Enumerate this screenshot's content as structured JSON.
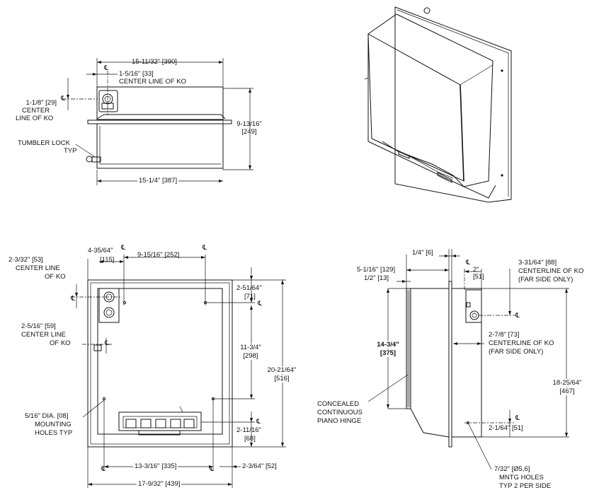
{
  "top_view": {
    "overall_width": "15-11/32\" [390]",
    "ko_offset": "1-5/16\" [33]",
    "ko_centerline": "CENTER LINE OF KO",
    "side_offset": "1-1/8\" [29]",
    "side_center": "CENTER",
    "side_line_of_ko": "LINE OF KO",
    "depth_in": "9-13/16\"",
    "depth_mm": "[249]",
    "lock_1": "TUMBLER LOCK",
    "lock_2": "TYP",
    "bottom_width": "15-1/4\" [387]"
  },
  "front_view": {
    "left_ko_in": "2-3/32\" [53]",
    "left_ko_cl": "CENTER LINE",
    "left_ko_of": "OF KO",
    "offset_a_in": "4-35/64\"",
    "offset_a_mm": "[115]",
    "span_top": "9-15/16\" [252]",
    "right_top_in": "2-51/64\"",
    "right_top_mm": "[71]",
    "mid_ko_in": "2-5/16\" [59]",
    "mid_ko_cl": "CENTER LINE",
    "mid_ko_of": "OF KO",
    "vert_span_in": "11-3/4\"",
    "vert_span_mm": "[298]",
    "height_in": "20-21/64\"",
    "height_mm": "[516]",
    "mount_1": "5/16\" DIA. [08]",
    "mount_2": "MOUNTING",
    "mount_3": "HOLES TYP",
    "bottom_off_in": "2-11/16\"",
    "bottom_off_mm": "[68]",
    "hole_span": "13-3/16\" [335]",
    "right_off": "2-3/64\" [52]",
    "overall_width": "17-9/32\" [439]"
  },
  "side_view": {
    "flange": "1/4\" [6]",
    "depth": "5-1/16\" [129]",
    "lip": "1/2\" [13]",
    "ko_small_in": "2\"",
    "ko_small_mm": "[51]",
    "far_ko_in": "3-31/64\" [88]",
    "far_ko_cl": "CENTERLINE OF KO",
    "far_ko_note": "(FAR SIDE ONLY)",
    "hinge_len_in": "14-3/4\"",
    "hinge_len_mm": "[375]",
    "mid_ko_in": "2-7/8\" [73]",
    "mid_ko_cl": "CENTERLINE OF KO",
    "mid_ko_note": "(FAR SIDE ONLY)",
    "height_in": "18-25/64\"",
    "height_mm": "[467]",
    "hinge_1": "CONCEALED",
    "hinge_2": "CONTINUOUS",
    "hinge_3": "PIANO HINGE",
    "low_ko": "2-1/64\" [51]",
    "mntg_1": "7/32\" [Ø5,6]",
    "mntg_2": "MNTG HOLES",
    "mntg_3": "TYP 2 PER SIDE"
  },
  "symbols": {
    "centerline": "℄"
  }
}
